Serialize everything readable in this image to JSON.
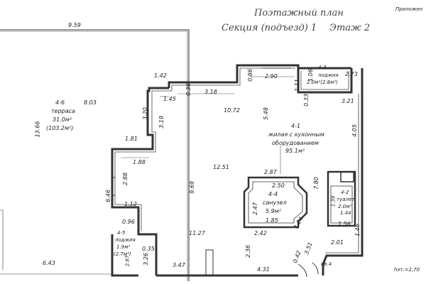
{
  "header": {
    "title": "Поэтажный план",
    "subtitle_left": "Секция (подъезд) 1",
    "subtitle_right": "Этаж 2",
    "appendix": "Приложен"
  },
  "rooms": {
    "terrace": {
      "number": "4-6",
      "name": "терраса",
      "area": "31.0м²",
      "area2": "(103.2м²)"
    },
    "living": {
      "number": "4-1",
      "name_line1": "жилая с кухонным",
      "name_line2": "оборудованием",
      "area": "95.1м²"
    },
    "loggia_top": {
      "number": "4-3",
      "name": "лоджия",
      "area": "2.0м²(2.8м²)"
    },
    "bath": {
      "number": "4-4",
      "name": "санузел",
      "area": "5.9м²"
    },
    "toilet": {
      "number": "4-2",
      "name": "туалет",
      "area": "2.0м²"
    },
    "loggia_bottom": {
      "number": "4-5",
      "name": "лоджия",
      "area": "1.9м²",
      "area2": "(2.7м²)"
    }
  },
  "dimensions": {
    "terrace_top": "9.59",
    "terrace_left": "13.66",
    "terrace_mid": "8.03",
    "terrace_bottom": "6.43",
    "d142": "1.42",
    "d036": "0.36",
    "d145": "1.45",
    "d318": "3.18",
    "d086": "0.86",
    "d290": "2.90",
    "d106": "1.06",
    "d111": "1.11",
    "d273": "2.73",
    "d033": "0.33",
    "d321": "3.21",
    "d320": "3.20",
    "d319": "3.19",
    "d1072": "10.72",
    "d548": "5.48",
    "d405": "4.05",
    "d181": "1.81",
    "d188": "1.88",
    "d1251": "12.51",
    "d288": "2.88",
    "d287": "2.87",
    "d250": "2.50",
    "d780": "7.80",
    "d646": "6.46",
    "d969": "9.69",
    "d112": "1.12",
    "d247": "2.47",
    "d139": "1.39",
    "d144": "1.44",
    "d096": "0.96",
    "d185": "1.85",
    "d124": "1.24",
    "d156": "1.56",
    "d242": "2.42",
    "d1127": "11.27",
    "d146": "1.46",
    "d035": "0.35",
    "d201": "2.01",
    "d236": "2.36",
    "d351": "3.51",
    "d042": "0.42",
    "d287b": "2.87",
    "d326": "3.26",
    "d347": "3.47",
    "d431": "4.31"
  },
  "marks": {
    "stair": "кв.4",
    "height": "hэт.=2,70"
  }
}
